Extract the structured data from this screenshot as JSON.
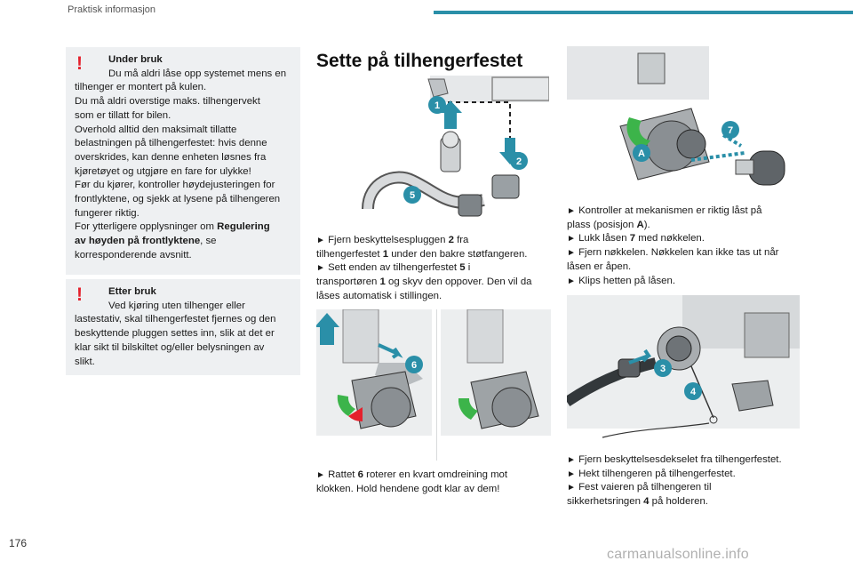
{
  "header": {
    "title": "Praktisk informasjon",
    "rule_color": "#2a8fa8"
  },
  "page_number": "176",
  "warnings": [
    {
      "title": "Under bruk",
      "first_line": "Du må aldri låse opp systemet mens en",
      "lines": [
        "tilhenger er montert på kulen.",
        "Du må aldri overstige maks. tilhengervekt",
        "som er tillatt for bilen.",
        "Overhold alltid den maksimalt tillatte",
        "belastningen på tilhengerfestet: hvis denne",
        "overskrides, kan denne enheten løsnes fra",
        "kjøretøyet og utgjøre en fare for ulykke!",
        "Før du kjører, kontroller høydejusteringen for",
        "frontlyktene, og sjekk at lysene på tilhengeren",
        "fungerer riktig.",
        "For ytterligere opplysninger om "
      ],
      "bold_ref_1": "Regulering",
      "bold_ref_2": "av høyden på frontlyktene",
      "after_ref": ", se",
      "last_line": "korresponderende avsnitt."
    },
    {
      "title": "Etter bruk",
      "first_line": "Ved kjøring uten tilhenger eller",
      "lines": [
        "lastestativ, skal tilhengerfestet fjernes og den",
        "beskyttende pluggen settes inn, slik at det er",
        "klar sikt til bilskiltet og/eller belysningen av",
        "slikt."
      ]
    }
  ],
  "section_title": "Sette på tilhengerfestet",
  "callouts": {
    "c1": "1",
    "c2": "2",
    "c3": "3",
    "c4": "4",
    "c5": "5",
    "c6": "6",
    "c7": "7",
    "cA": "A"
  },
  "colors": {
    "callout": "#2a8fa8",
    "arrow": "#2a8fa8",
    "green": "#3cb44a",
    "red": "#e4202c"
  },
  "arrow_glyph": "►",
  "steps_1": {
    "a_pre": "Fjern beskyttelsespluggen ",
    "a_b1": "2",
    "a_mid": " fra",
    "a_line2_pre": "tilhengerfestet ",
    "a_b2": "1",
    "a_line2_post": " under den bakre støtfangeren.",
    "b_pre": "Sett enden av tilhengerfestet ",
    "b_b1": "5",
    "b_post": " i",
    "b_line2_pre": "transportøren ",
    "b_b2": "1",
    "b_line2_post": " og skyv den oppover. Den vil da",
    "b_line3": "låses automatisk i stillingen."
  },
  "steps_2": {
    "a_pre": "Rattet ",
    "a_b": "6",
    "a_post": " roterer en kvart omdreining mot",
    "a_line2": "klokken. Hold hendene godt klar av dem!"
  },
  "steps_3": {
    "a_line1": "Kontroller at mekanismen er riktig låst på",
    "a_line2_pre": "plass (posisjon ",
    "a_b": "A",
    "a_line2_post": ").",
    "b_pre": "Lukk låsen ",
    "b_b": "7",
    "b_post": " med nøkkelen.",
    "c_line1": "Fjern nøkkelen. Nøkkelen kan ikke tas ut når",
    "c_line2": "låsen er åpen.",
    "d": "Klips hetten på låsen."
  },
  "steps_4": {
    "a": "Fjern beskyttelsesdekselet fra tilhengerfestet.",
    "b": "Hekt tilhengeren på tilhengerfestet.",
    "c": "Fest vaieren på tilhengeren til",
    "c_line2_pre": "sikkerhetsringen ",
    "c_b": "4",
    "c_line2_post": " på holderen."
  },
  "watermark": "carmanualsonline.info"
}
